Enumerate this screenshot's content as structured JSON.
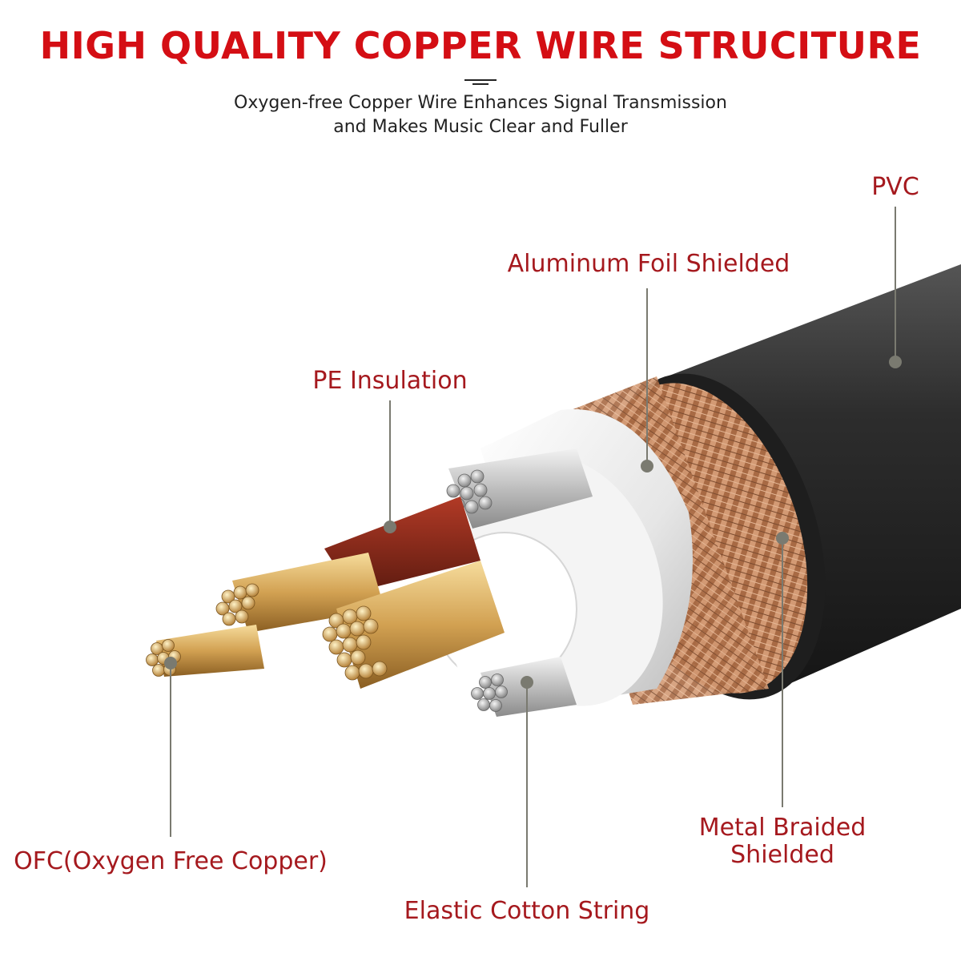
{
  "header": {
    "title": "HIGH QUALITY COPPER WIRE STRUCITURE",
    "subtitle_line1": "Oxygen-free Copper Wire Enhances Signal Transmission",
    "subtitle_line2": "and Makes Music Clear and Fuller"
  },
  "labels": {
    "pvc": "PVC",
    "aluminum_foil": "Aluminum Foil Shielded",
    "pe_insulation": "PE Insulation",
    "ofc": "OFC(Oxygen Free Copper)",
    "elastic_cotton": "Elastic Cotton String",
    "metal_braided_line1": "Metal Braided",
    "metal_braided_line2": "Shielded"
  },
  "colors": {
    "title": "#d40e14",
    "label": "#a5191e",
    "jacket": "#2a2a2a",
    "braid": "#b4704a",
    "foil": "#eeeeee",
    "pe_red": "#8e2a1c",
    "copper": "#d9a95a",
    "silver": "#b8b8b8",
    "leader": "#7a7a70"
  }
}
